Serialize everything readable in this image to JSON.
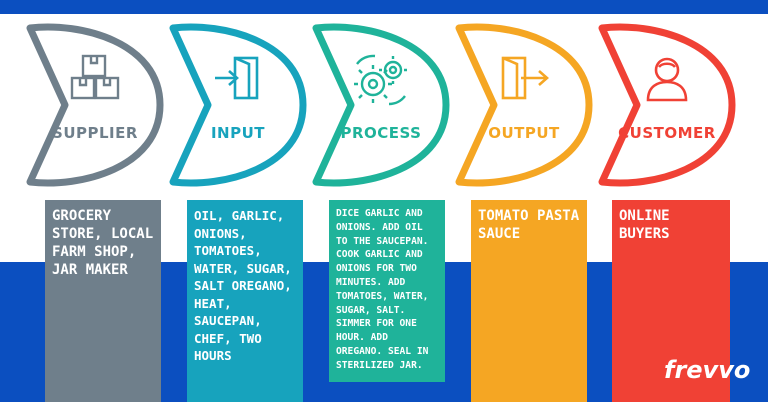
{
  "stages": [
    {
      "label": "SUPPLIER",
      "color": "#6f7f8b",
      "icon": "boxes-icon",
      "detail": "GROCERY STORE, LOCAL FARM SHOP, JAR MAKER"
    },
    {
      "label": "INPUT",
      "color": "#17a3bd",
      "icon": "door-enter-icon",
      "detail": "OIL, GARLIC, ONIONS, TOMATOES, WATER, SUGAR, SALT OREGANO, HEAT, SAUCEPAN, CHEF, TWO HOURS"
    },
    {
      "label": "PROCESS",
      "color": "#1fb39a",
      "icon": "gears-icon",
      "detail": "DICE GARLIC AND ONIONS. ADD OIL TO THE SAUCEPAN. COOK GARLIC AND ONIONS FOR TWO MINUTES. ADD TOMATOES, WATER, SUGAR, SALT. SIMMER FOR ONE HOUR. ADD OREGANO. SEAL IN STERILIZED JAR."
    },
    {
      "label": "OUTPUT",
      "color": "#f5a623",
      "icon": "door-exit-icon",
      "detail": "TOMATO PASTA SAUCE"
    },
    {
      "label": "CUSTOMER",
      "color": "#f04135",
      "icon": "person-icon",
      "detail": "ONLINE BUYERS"
    }
  ],
  "brand": {
    "logo": "frevvo",
    "color": "#0b4fc0"
  }
}
